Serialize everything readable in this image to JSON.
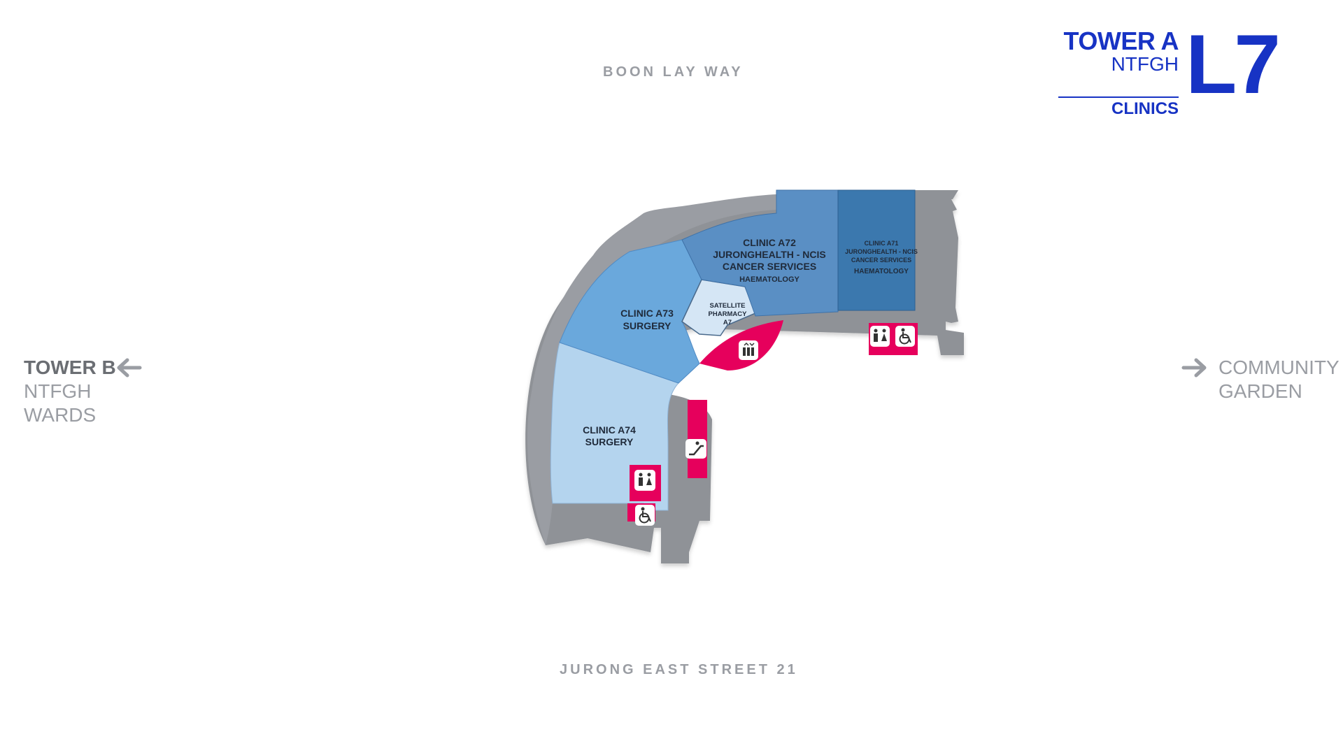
{
  "header": {
    "tower": "TOWER A",
    "building": "NTFGH",
    "type": "CLINICS",
    "level": "L7"
  },
  "streets": {
    "north": "BOON LAY WAY",
    "south": "JURONG EAST STREET 21"
  },
  "directions": {
    "west": {
      "line1": "TOWER B",
      "line2": "NTFGH",
      "line3": "WARDS"
    },
    "east": {
      "line1": "COMMUNITY",
      "line2": "GARDEN"
    }
  },
  "rooms": {
    "a71": {
      "name": "CLINIC A71",
      "service1": "JURONGHEALTH - NCIS",
      "service2": "CANCER SERVICES",
      "sub": "HAEMATOLOGY"
    },
    "a72": {
      "name": "CLINIC A72",
      "service1": "JURONGHEALTH - NCIS",
      "service2": "CANCER SERVICES",
      "sub": "HAEMATOLOGY"
    },
    "a73": {
      "name": "CLINIC A73",
      "service": "SURGERY"
    },
    "a74": {
      "name": "CLINIC A74",
      "service": "SURGERY"
    },
    "pharmacy": {
      "line1": "SATELLITE",
      "line2": "PHARMACY",
      "line3": "A7"
    }
  },
  "icons": [
    "toilet-icon",
    "accessible-toilet-icon",
    "lift-icon",
    "escalator-icon"
  ],
  "colors": {
    "brand": "#1733c4",
    "corridor": "#9a9da3",
    "amenity": "#e6005c",
    "clinic_light": "#b4d4ee",
    "clinic_mid": "#6aa8dc",
    "clinic_dark": "#5a8fc4",
    "clinic_darkest": "#3b78ae"
  }
}
